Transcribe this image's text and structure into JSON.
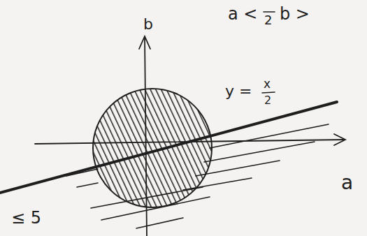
{
  "diagram": {
    "labels": [
      "a <",
      "2",
      "b >",
      "b",
      "y =",
      "x",
      "2",
      "a",
      "≤ 5"
    ]
  }
}
